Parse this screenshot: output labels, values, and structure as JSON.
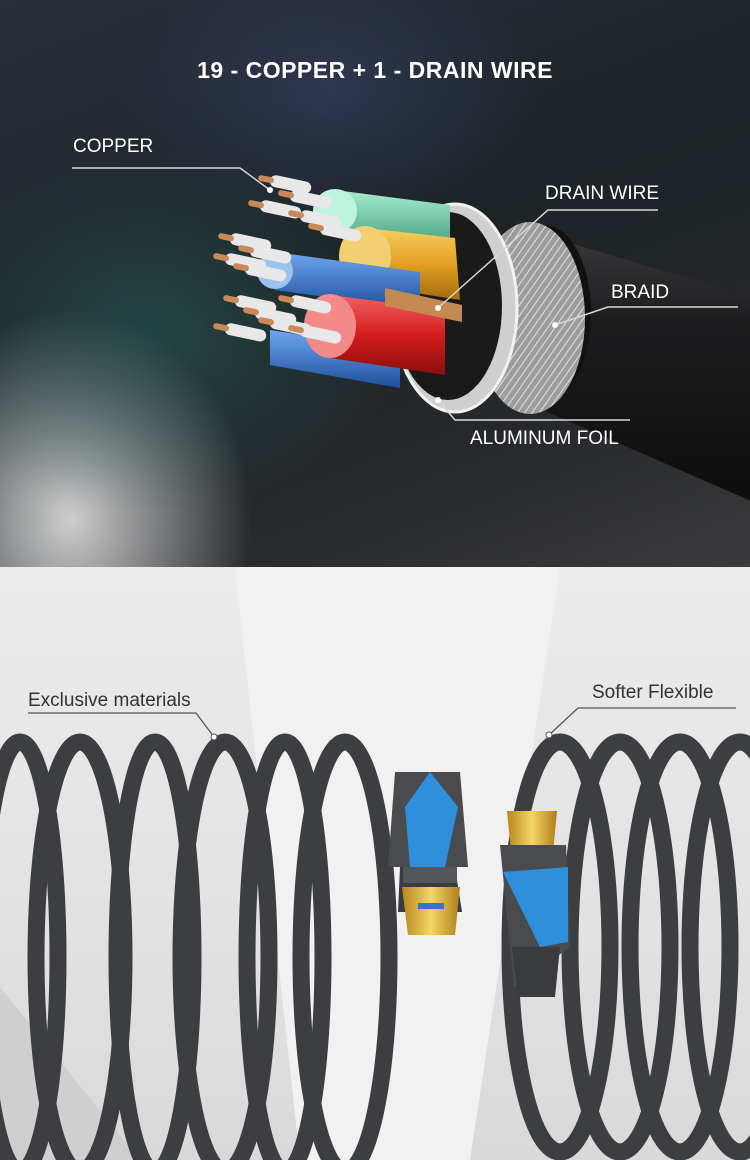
{
  "top": {
    "title": "19 - COPPER  +  1 - DRAIN WIRE",
    "labels": {
      "copper": "COPPER",
      "drain_wire": "DRAIN WIRE",
      "braid": "BRAID",
      "aluminum_foil": "ALUMINUM FOIL"
    }
  },
  "bottom": {
    "labels": {
      "exclusive": "Exclusive materials",
      "softer": "Softer Flexible"
    }
  },
  "colors": {
    "jacket": "#1b1b1d",
    "braid": "#b8b8b8",
    "foil": "#d6d6d6",
    "green": "#6fc8a6",
    "yellow": "#e6a82a",
    "blue": "#2f6fc6",
    "red": "#d82626",
    "cable_gray": "#4a4b4e",
    "connector_blue": "#2f8fd8",
    "gold": "#d9a826"
  }
}
